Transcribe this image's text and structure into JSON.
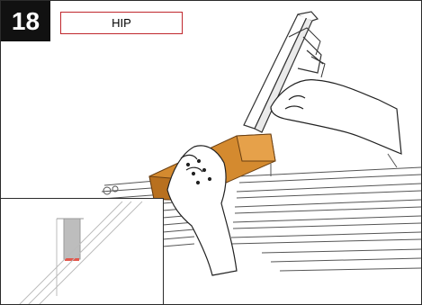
{
  "step": {
    "number": "18"
  },
  "label": {
    "text": "HIP"
  },
  "illustration": {
    "main_scene": "hand-placing-wood-block-on-hip-rafter",
    "inset": "detail-view-block-against-rafter-with-red-mark"
  },
  "colors": {
    "badge_bg": "#111111",
    "label_border": "#c0272d",
    "wood_block": "#d48a2f",
    "wood_block_dark": "#b8701f",
    "accent_red": "#e2574c",
    "line": "#555555"
  }
}
